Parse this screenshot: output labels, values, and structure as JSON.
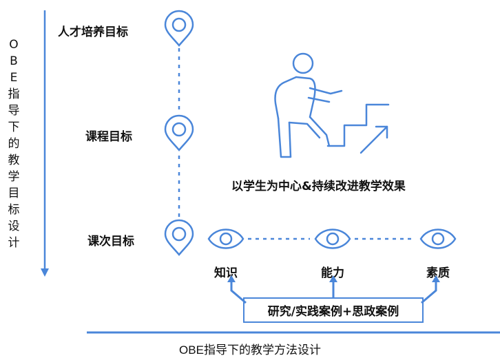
{
  "side_title_chars": [
    "O",
    "B",
    "E",
    "指",
    "导",
    "下",
    "的",
    "教",
    "学",
    "目",
    "标",
    "设",
    "计"
  ],
  "goals": [
    "人才培养目标",
    "课程目标",
    "课次目标"
  ],
  "motto": "以学生为中心&持续改进教学效果",
  "outcomes": [
    "知识",
    "能力",
    "素质"
  ],
  "methods_box": "研究/实践案例+思政案例",
  "bottom_title": "OBE指导下的教学方法设计",
  "icons": [
    "map-pin-icon",
    "eye-icon",
    "person-climbing-stairs-icon",
    "arrow-icon"
  ],
  "colors": {
    "accent": "#4a86d9",
    "text": "#111111",
    "background": "#ffffff"
  }
}
